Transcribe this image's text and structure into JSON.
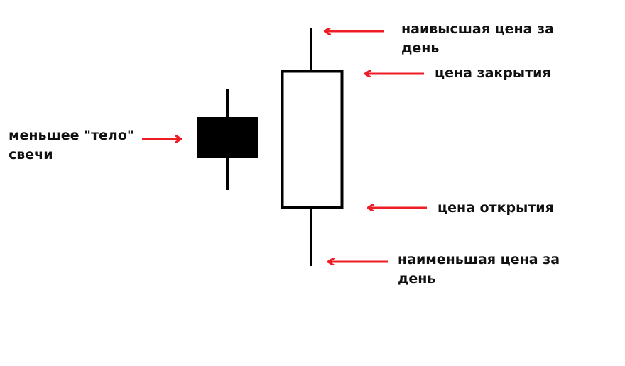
{
  "colors": {
    "arrow": "#ee1c24",
    "candle_fill": "#000000",
    "outline": "#000000",
    "background": "#ffffff"
  },
  "labels": {
    "small_body": [
      "меньшее \"тело\"",
      "свечи"
    ],
    "high": [
      "наивысшая цена за",
      "день"
    ],
    "close": "цена закрытия",
    "open": "цена открытия",
    "low": [
      "наименьшая цена за",
      "день"
    ]
  }
}
